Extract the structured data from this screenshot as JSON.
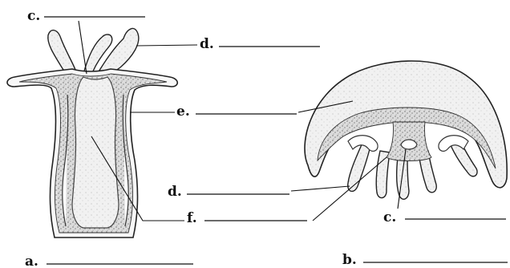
{
  "labels": {
    "polyp_top_c": "c.",
    "polyp_tentacle_d": "d.",
    "polyp_layer_e": "e.",
    "polyp_cavity_f": "f.",
    "medusa_tentacle_d": "d.",
    "medusa_mouth_c": "c.",
    "polyp_name_a": "a.",
    "medusa_name_b": "b."
  }
}
